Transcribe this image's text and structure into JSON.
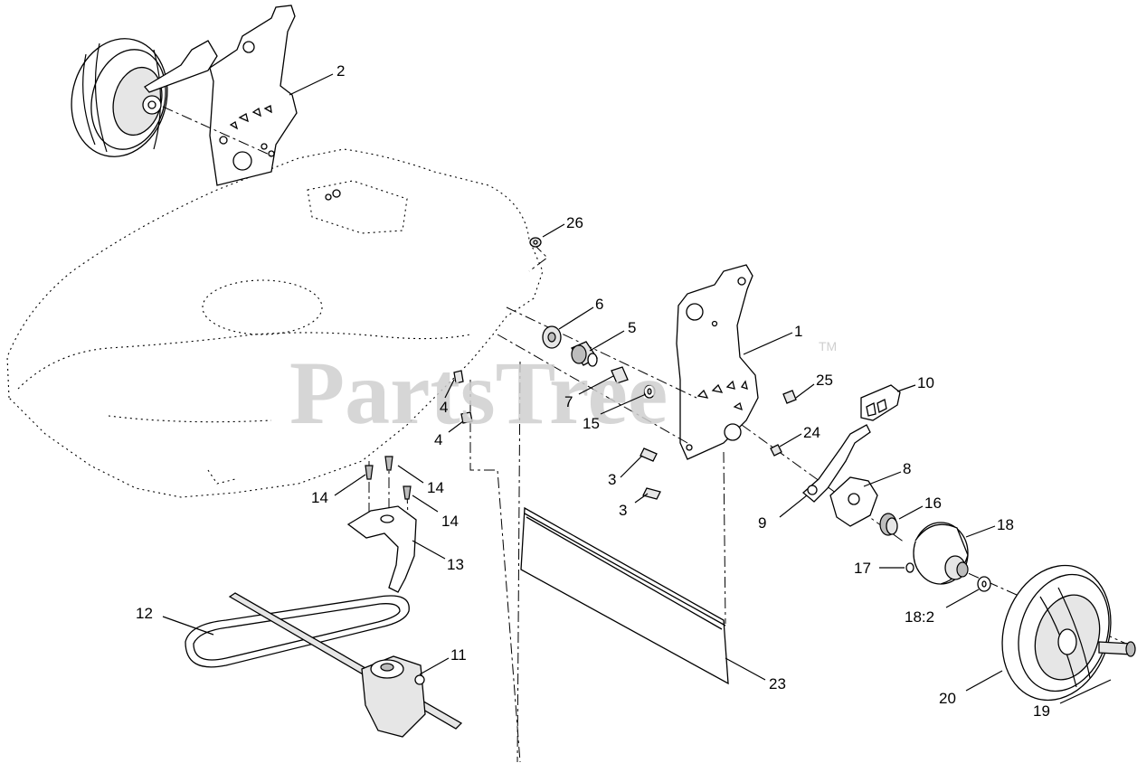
{
  "watermark": {
    "text": "PartsTree",
    "tm": "TM"
  },
  "callouts": [
    {
      "id": "c2",
      "label": "2"
    },
    {
      "id": "c26",
      "label": "26"
    },
    {
      "id": "c6",
      "label": "6"
    },
    {
      "id": "c5",
      "label": "5"
    },
    {
      "id": "c1",
      "label": "1"
    },
    {
      "id": "c25",
      "label": "25"
    },
    {
      "id": "c10",
      "label": "10"
    },
    {
      "id": "c4a",
      "label": "4"
    },
    {
      "id": "c4b",
      "label": "4"
    },
    {
      "id": "c7",
      "label": "7"
    },
    {
      "id": "c15",
      "label": "15"
    },
    {
      "id": "c24",
      "label": "24"
    },
    {
      "id": "c3a",
      "label": "3"
    },
    {
      "id": "c3b",
      "label": "3"
    },
    {
      "id": "c8",
      "label": "8"
    },
    {
      "id": "c14a",
      "label": "14"
    },
    {
      "id": "c14b",
      "label": "14"
    },
    {
      "id": "c14c",
      "label": "14"
    },
    {
      "id": "c9",
      "label": "9"
    },
    {
      "id": "c16",
      "label": "16"
    },
    {
      "id": "c13",
      "label": "13"
    },
    {
      "id": "c18",
      "label": "18"
    },
    {
      "id": "c17",
      "label": "17"
    },
    {
      "id": "c12",
      "label": "12"
    },
    {
      "id": "c182",
      "label": "18:2"
    },
    {
      "id": "c11",
      "label": "11"
    },
    {
      "id": "c23",
      "label": "23"
    },
    {
      "id": "c20",
      "label": "20"
    },
    {
      "id": "c19",
      "label": "19"
    }
  ]
}
